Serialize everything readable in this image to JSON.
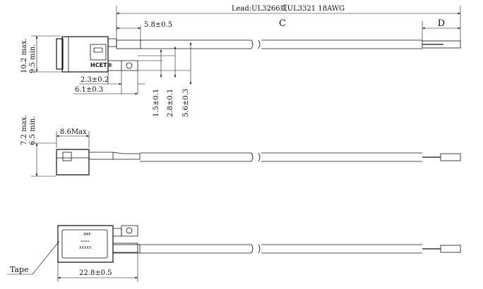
{
  "header": {
    "lead_spec": "Lead:UL3266或UL3321 18AWG",
    "length_c": "C",
    "length_d": "D"
  },
  "top_view": {
    "dim_5_8": "5.8±0.5",
    "dim_2_3": "2.3±0.2",
    "dim_6_1": "6.1±0.3",
    "dim_1_5": "1.5±0.1",
    "dim_2_8": "2.8±0.1",
    "dim_5_6": "5.6±0.3",
    "height_max": "10.2 max.",
    "height_min": "9.5 min.",
    "brand": "HCET®"
  },
  "side_view": {
    "height_max": "7.2 max.",
    "height_min": "6.5 min.",
    "width_max": "8.6Max"
  },
  "bottom_view": {
    "label_line1": "3MP",
    "label_line2": "*****",
    "label_line3": "XXXXX",
    "tape_label": "Tape",
    "dim_22_8": "22.8±0.5"
  }
}
